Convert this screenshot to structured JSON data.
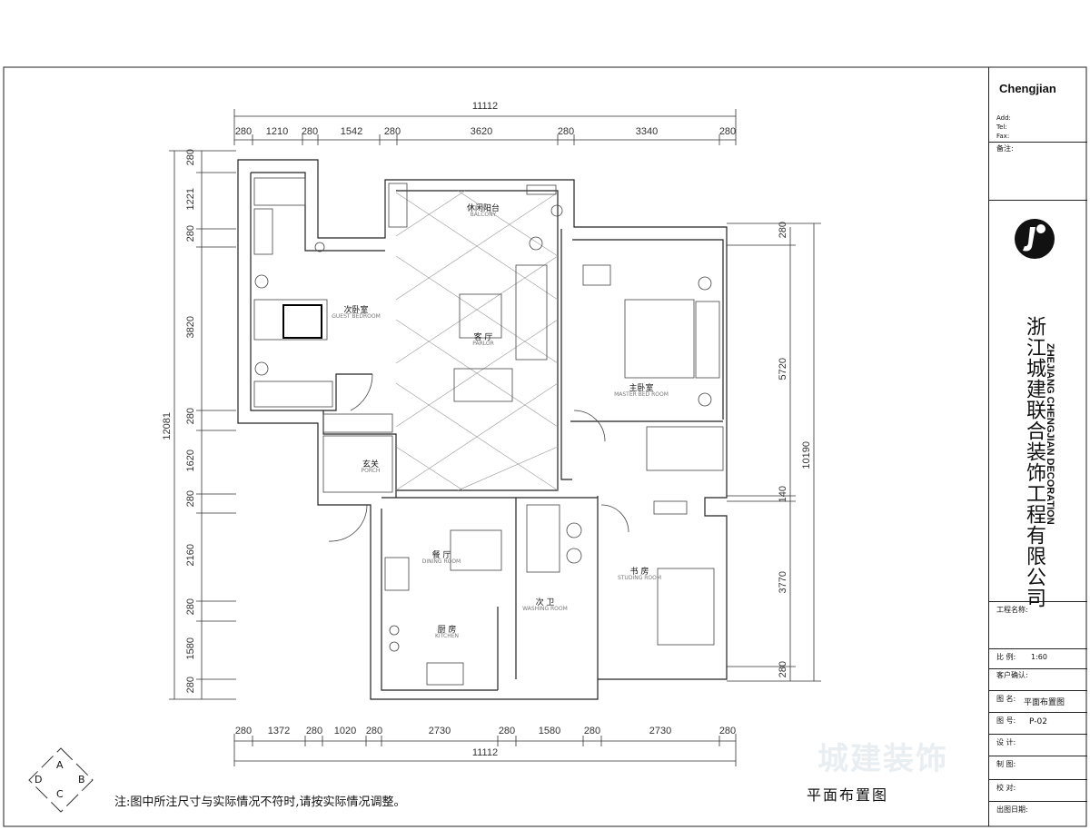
{
  "company": {
    "brand": "Chengjian",
    "add_label": "Add:",
    "tel_label": "Tel:",
    "fax_label": "Fax:",
    "remarks_label": "备注:",
    "name_cn": "浙江城建联合装饰工程有限公司",
    "name_en": "ZHEJIANG CHENGJIAN DECORATION"
  },
  "title_block": {
    "project_label": "工程名称:",
    "scale_label": "比  例:",
    "scale_value": "1:60",
    "client_label": "客户确认:",
    "drawing_name_label": "图  名:",
    "drawing_name_value": "平面布置图",
    "drawing_no_label": "图  号:",
    "drawing_no_value": "P-02",
    "design_label": "设  计:",
    "draw_label": "制  图:",
    "check_label": "校  对:",
    "date_label": "出图日期:"
  },
  "plan": {
    "title": "平面布置图",
    "note": "注:图中所注尺寸与实际情况不符时,请按实际情况调整。",
    "compass": [
      "A",
      "B",
      "C",
      "D"
    ],
    "watermark": "城建装饰",
    "rooms": [
      {
        "cn": "休闲阳台",
        "en": "BALCONY"
      },
      {
        "cn": "次卧室",
        "en": "GUEST BEDROOM"
      },
      {
        "cn": "客 厅",
        "en": "PARLOR"
      },
      {
        "cn": "主卧室",
        "en": "MASTER BED ROOM"
      },
      {
        "cn": "玄关",
        "en": "PORCH"
      },
      {
        "cn": "餐 厅",
        "en": "DINING ROOM"
      },
      {
        "cn": "书 房",
        "en": "STUDING ROOM"
      },
      {
        "cn": "次 卫",
        "en": "WASHING ROOM"
      },
      {
        "cn": "厨 房",
        "en": "KITCHEN"
      }
    ],
    "dims_top_total": "11112",
    "dims_top": [
      "280",
      "1210",
      "280",
      "1542",
      "280",
      "3620",
      "280",
      "3340",
      "280"
    ],
    "dims_bottom_total": "11112",
    "dims_bottom": [
      "280",
      "1372",
      "280",
      "1020",
      "280",
      "2730",
      "280",
      "1580",
      "280",
      "2730",
      "280"
    ],
    "dims_left_total": "12081",
    "dims_left": [
      "280",
      "1221",
      "280",
      "3820",
      "280",
      "1620",
      "280",
      "2160",
      "280",
      "1580",
      "280"
    ],
    "dims_right_total": "10190",
    "dims_right": [
      "280",
      "5720",
      "140",
      "3770",
      "280"
    ]
  }
}
